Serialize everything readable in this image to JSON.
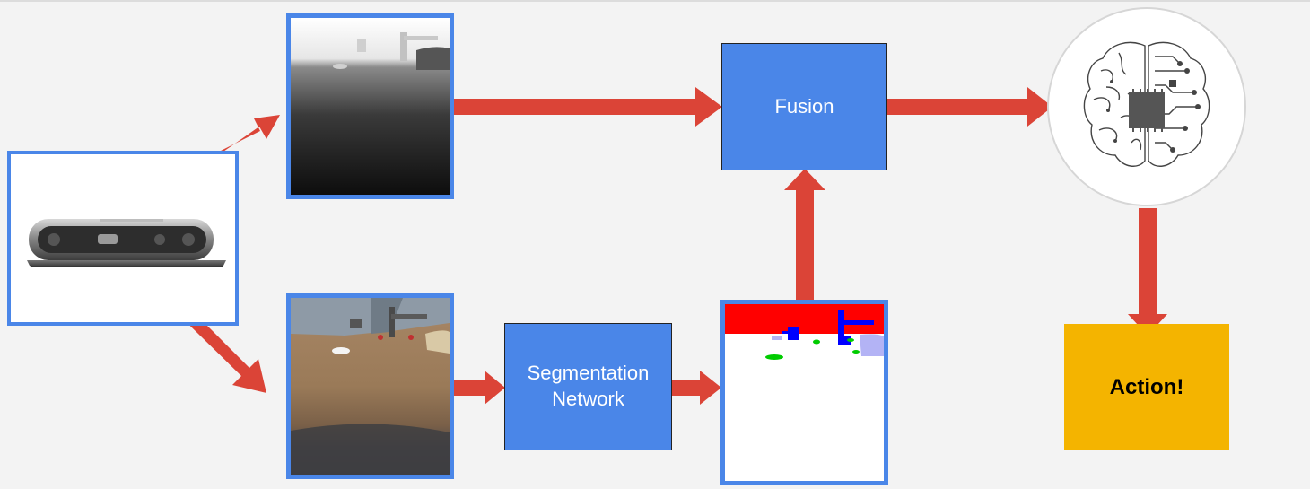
{
  "diagram": {
    "fusion_label": "Fusion",
    "segmentation_label": "Segmentation\nNetwork",
    "action_label": "Action!"
  },
  "icons": {
    "camera": "depth-camera-icon",
    "brain": "circuit-brain-icon"
  },
  "colors": {
    "arrow": "#db4437",
    "frame": "#4a86e8",
    "box": "#4a86e8",
    "action": "#f4b400",
    "mask_table": "#ff0000",
    "mask_object": "#0000ff",
    "mask_small": "#00cc00",
    "mask_hand": "#b3b3f5"
  }
}
